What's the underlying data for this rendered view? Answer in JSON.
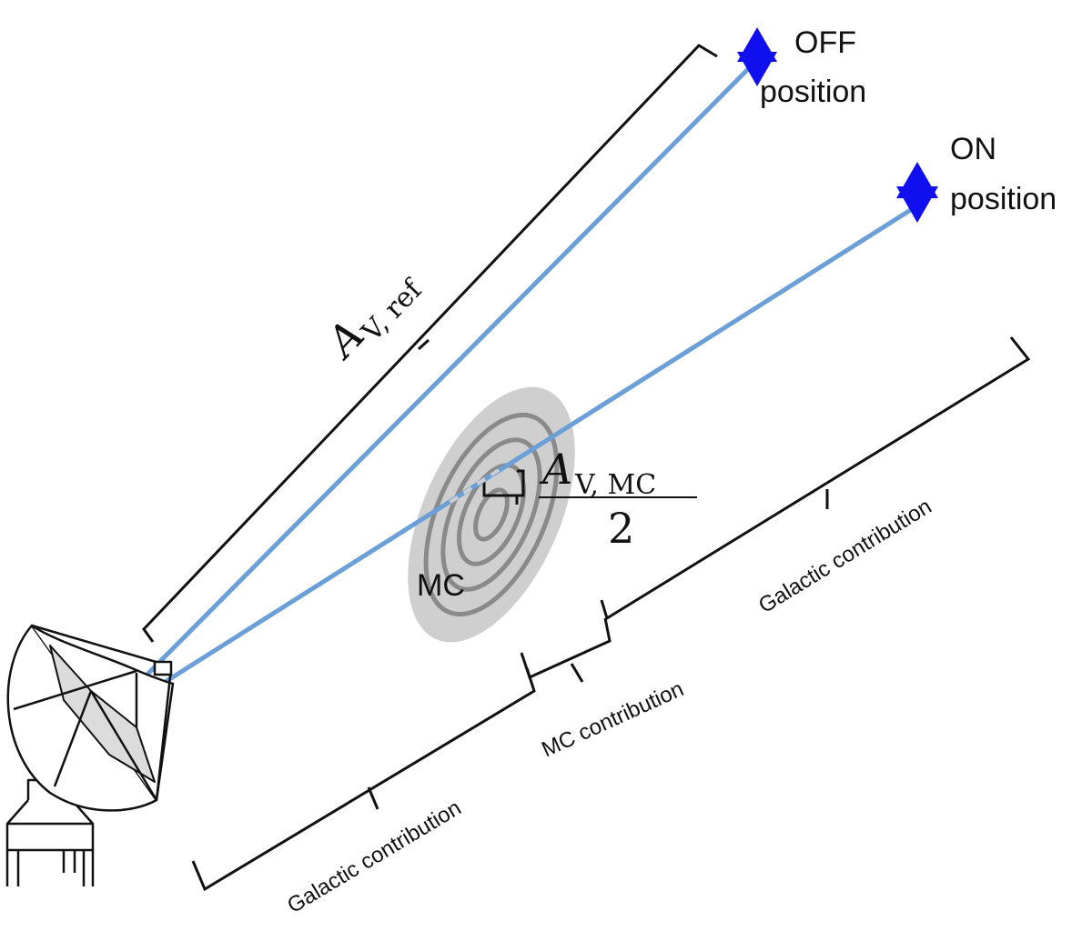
{
  "labels": {
    "off_position": [
      "OFF",
      "position"
    ],
    "on_position": [
      "ON",
      "position"
    ],
    "av_ref": {
      "symbol": "A",
      "subscript": "V, ref"
    },
    "av_mc": {
      "symbol": "A",
      "subscript": "V, MC",
      "denominator": "2"
    },
    "mc": "MC",
    "galactic_contribution_far": "Galactic contribution",
    "mc_contribution": "MC contribution",
    "galactic_contribution_near": "Galactic contribution"
  },
  "colors": {
    "beam": "#6a9fd8",
    "star": "#1010ee",
    "cloud_fill": "#cfcfcf",
    "cloud_rings": "#8a8a8a",
    "ink": "#111111"
  },
  "icons": {
    "telescope": "radio-dish-icon",
    "star": "six-point-star-icon"
  }
}
